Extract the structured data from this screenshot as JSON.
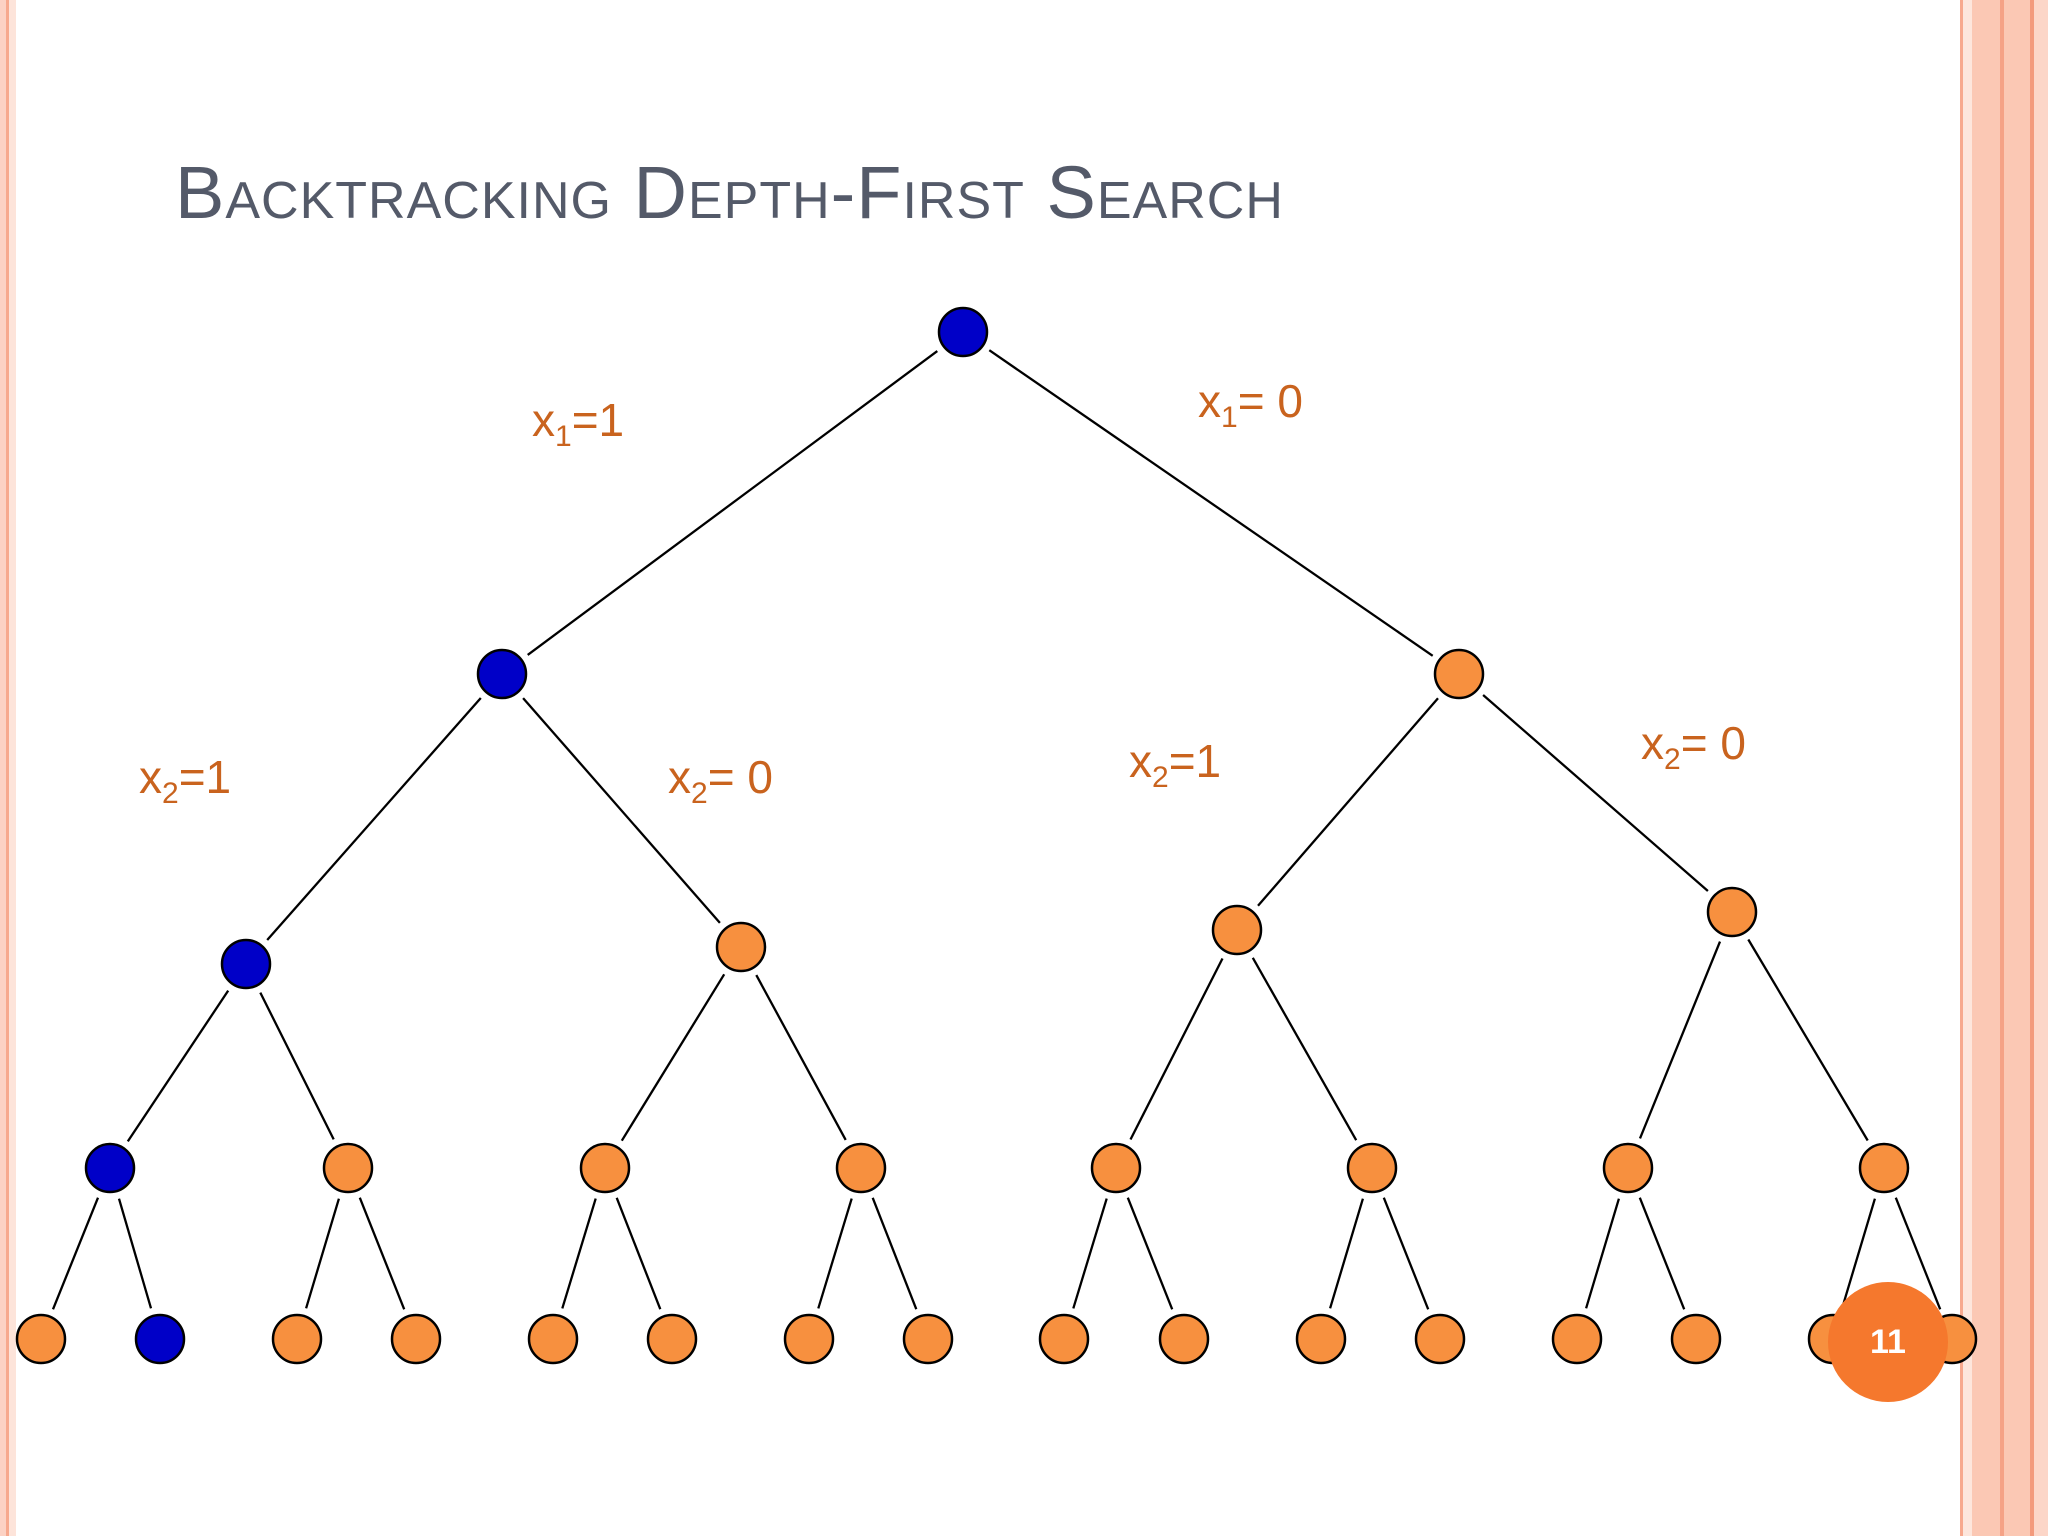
{
  "slide": {
    "title": "Backtracking Depth-First Search",
    "page_number": "11"
  },
  "colors": {
    "visited_node": "#0000c8",
    "unvisited_node": "#f7903f",
    "label_text": "#c9631e",
    "title_text": "#545a69",
    "page_badge": "#f5782d"
  },
  "edge_labels": [
    {
      "var": "x",
      "sub": "1",
      "rel": "=1"
    },
    {
      "var": "x",
      "sub": "1",
      "rel": "= 0"
    },
    {
      "var": "x",
      "sub": "2",
      "rel": "=1"
    },
    {
      "var": "x",
      "sub": "2",
      "rel": "= 0"
    },
    {
      "var": "x",
      "sub": "2",
      "rel": "=1"
    },
    {
      "var": "x",
      "sub": "2",
      "rel": "= 0"
    }
  ],
  "tree": {
    "levels": 5,
    "visited_path": [
      "root",
      "L",
      "LL",
      "LLL",
      "LLLR"
    ]
  }
}
